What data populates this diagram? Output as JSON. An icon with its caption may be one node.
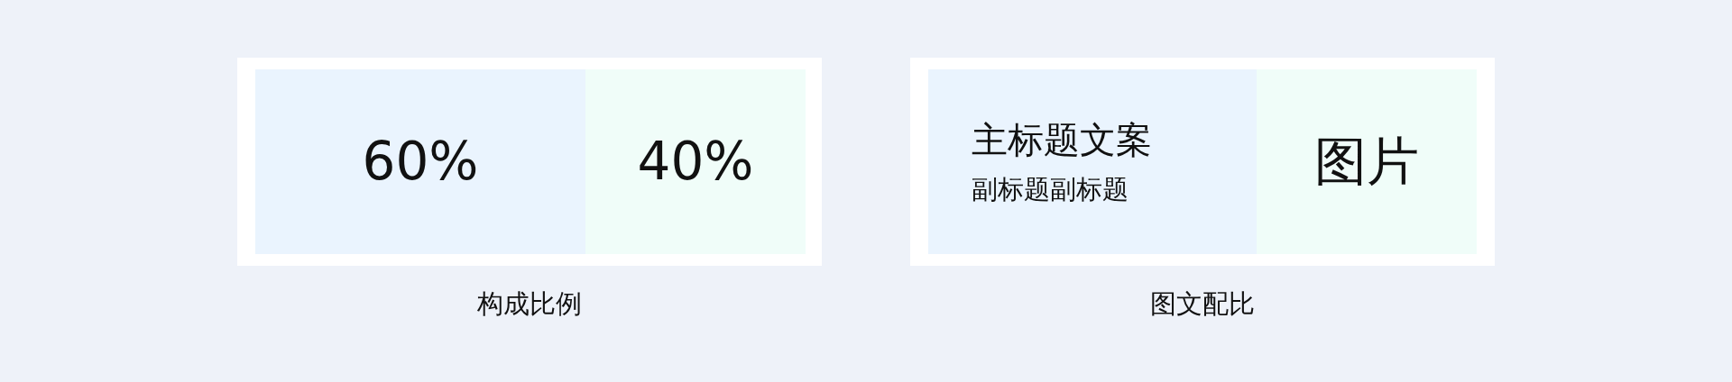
{
  "diagram": {
    "nodes": [
      {
        "text": [
          "构成比例"
        ]
      },
      {
        "text": [
          "60%"
        ],
        "in": 0
      },
      {
        "text": [
          "40%"
        ],
        "in": 0
      },
      {
        "text": [
          "图文配比"
        ]
      },
      {
        "text": [
          "主标题文案",
          "副标题副标题"
        ],
        "in": 3
      },
      {
        "text": [
          "图片"
        ],
        "in": 3
      }
    ]
  }
}
